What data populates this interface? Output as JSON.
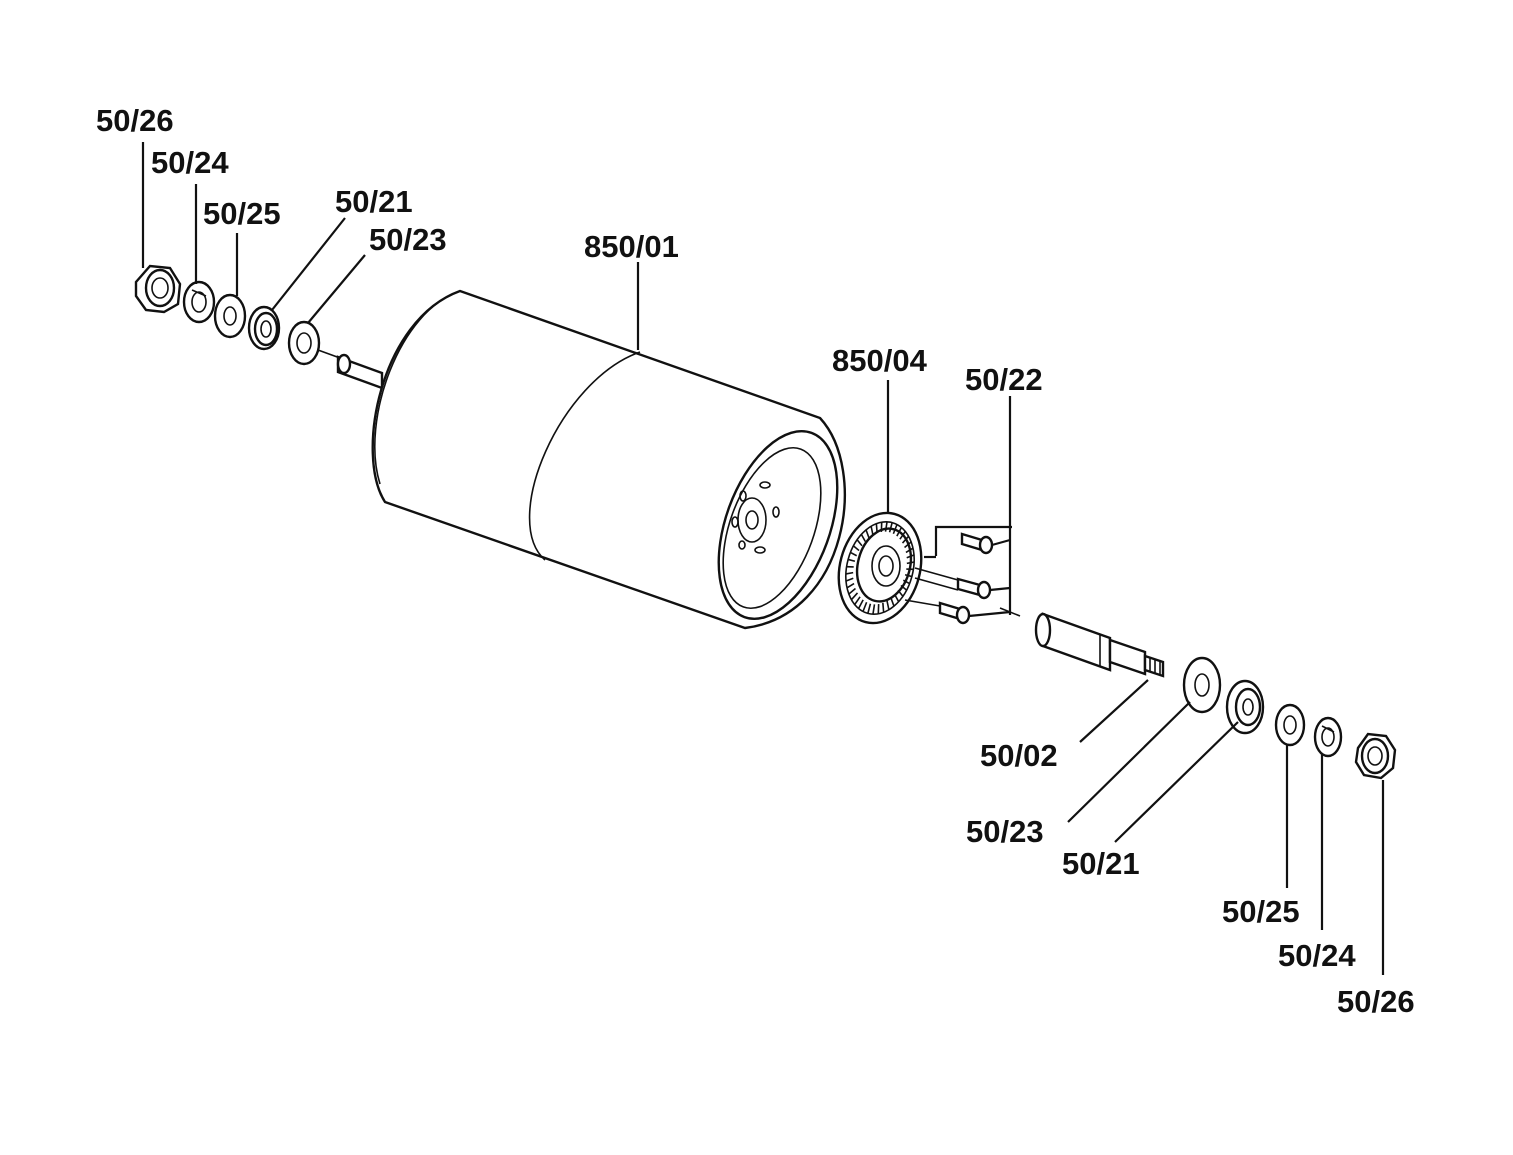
{
  "callouts": {
    "left_nut": "50/26",
    "left_lock_washer": "50/24",
    "left_washer": "50/25",
    "left_bearing": "50/21",
    "left_spacer": "50/23",
    "drum": "850/01",
    "gear": "850/04",
    "screws": "50/22",
    "shaft": "50/02",
    "right_spacer": "50/23",
    "right_bearing": "50/21",
    "right_washer": "50/25",
    "right_lock_washer": "50/24",
    "right_nut": "50/26"
  }
}
